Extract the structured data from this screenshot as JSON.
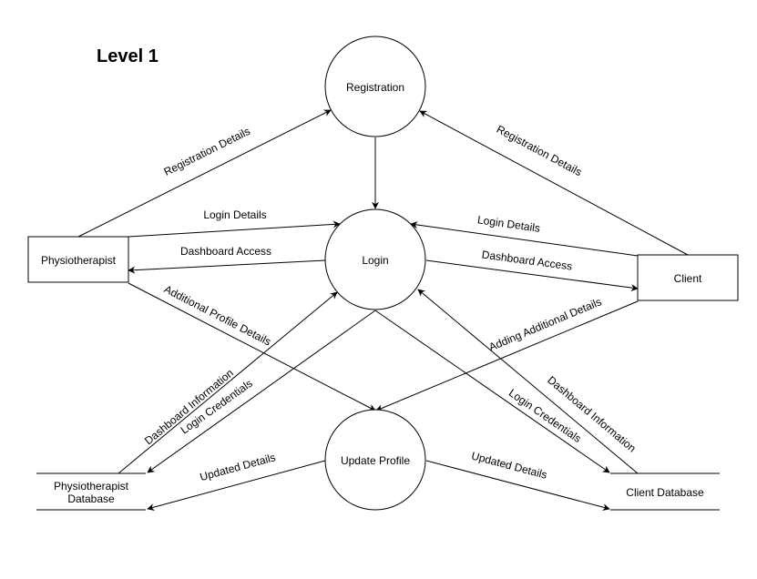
{
  "title": "Level 1",
  "processes": {
    "registration": "Registration",
    "login": "Login",
    "update_profile": "Update Profile"
  },
  "entities": {
    "physiotherapist": "Physiotherapist",
    "client": "Client"
  },
  "datastores": {
    "physio_db_line1": "Physiotherapist",
    "physio_db_line2": "Database",
    "client_db": "Client Database"
  },
  "flows": {
    "physio_registration": "Registration Details",
    "client_registration": "Registration Details",
    "physio_login": "Login Details",
    "physio_dashboard": "Dashboard Access",
    "client_login": "Login Details",
    "client_dashboard": "Dashboard Access",
    "physio_additional": "Additional Profile Details",
    "client_additional": "Adding Additional Details",
    "physiodb_dashboard_info": "Dashboard Information",
    "physiodb_login_credentials": "Login Credentials",
    "clientdb_login_credentials": "Login Credentials",
    "clientdb_dashboard_info": "Dashboard Information",
    "update_to_physiodb": "Updated Details",
    "update_to_clientdb": "Updated Details"
  }
}
